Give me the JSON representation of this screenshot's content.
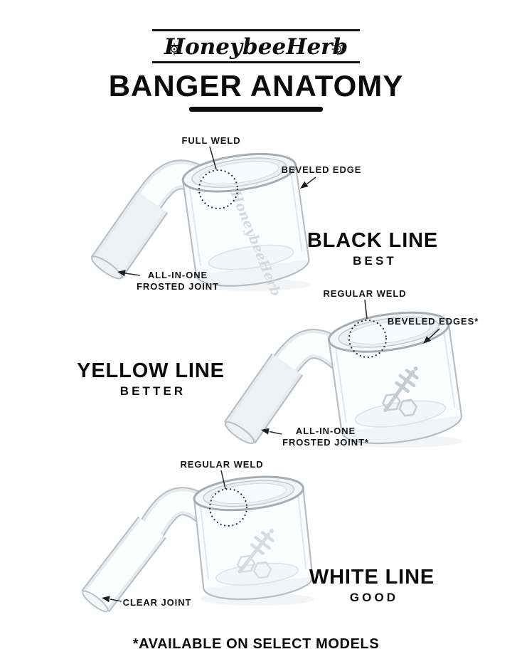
{
  "header": {
    "logo_text": "HoneybeeHerb"
  },
  "title": "BANGER ANATOMY",
  "bangers": [
    {
      "line_name": "BLACK LINE",
      "grade": "BEST",
      "weld_label": "FULL WELD",
      "bevel_label": "BEVELED EDGE",
      "joint_label_line1": "ALL-IN-ONE",
      "joint_label_line2": "FROSTED JOINT",
      "etch": "HoneybeeHerb"
    },
    {
      "line_name": "YELLOW LINE",
      "grade": "BETTER",
      "weld_label": "REGULAR WELD",
      "bevel_label": "BEVELED EDGES*",
      "joint_label_line1": "ALL-IN-ONE",
      "joint_label_line2": "FROSTED JOINT*"
    },
    {
      "line_name": "WHITE LINE",
      "grade": "GOOD",
      "weld_label": "REGULAR WELD",
      "joint_label_line1": "CLEAR JOINT"
    }
  ],
  "footnote": "*AVAILABLE ON SELECT MODELS",
  "colors": {
    "ink": "#111111",
    "glass_edge": "#b7bec3",
    "frost": "#e6eaed"
  }
}
